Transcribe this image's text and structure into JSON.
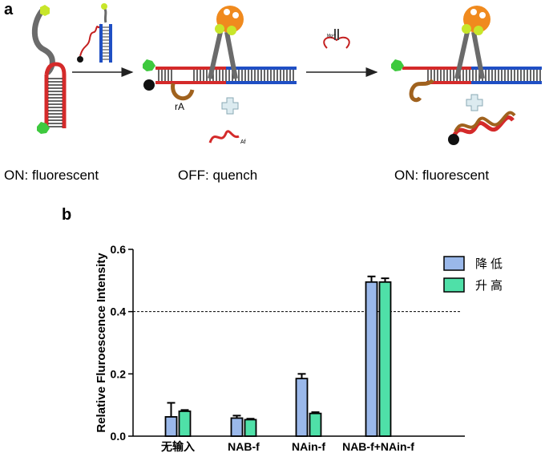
{
  "panel_a": {
    "label": "a",
    "state_labels": [
      "ON: fluorescent",
      "OFF: quench",
      "ON: fluorescent"
    ],
    "molecule_labels": {
      "ra": "rA",
      "af": "Af",
      "mg": "Mg²⁺"
    }
  },
  "panel_b": {
    "label": "b"
  },
  "colors": {
    "red": "#d42a2a",
    "blue": "#1f4fc4",
    "green": "#3ec93e",
    "yellow_green": "#c8e62a",
    "orange": "#f08a1e",
    "brown": "#a0621e",
    "gray_strand": "#6b6b6b",
    "bar_blue": "#9ab8ea",
    "bar_green": "#4fe0a8"
  },
  "chart_data": {
    "type": "bar",
    "categories": [
      "无输入",
      "NAB-f",
      "NAin-f",
      "NAB-f+NAin-f"
    ],
    "series": [
      {
        "name": "降低",
        "values": [
          0.062,
          0.058,
          0.185,
          0.495
        ],
        "errors": [
          0.045,
          0.008,
          0.015,
          0.018
        ],
        "color": "#9ab8ea"
      },
      {
        "name": "升高",
        "values": [
          0.08,
          0.053,
          0.073,
          0.495
        ],
        "errors": [
          0.004,
          0.003,
          0.004,
          0.012
        ],
        "color": "#4fe0a8"
      }
    ],
    "ylabel": "Relative Fluroescence Intensity",
    "xlabel": "",
    "ylim": [
      0,
      0.6
    ],
    "yticks": [
      "0.0",
      "0.2",
      "0.4",
      "0.6"
    ],
    "threshold": 0.4,
    "legend_position": "top-right",
    "grid": false
  }
}
